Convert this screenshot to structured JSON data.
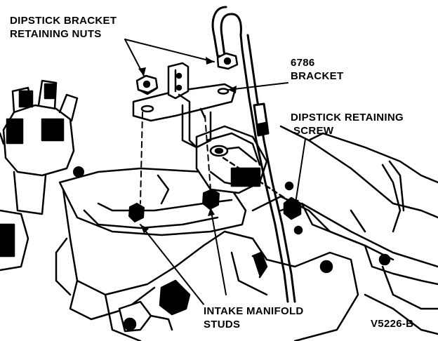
{
  "labels": {
    "dipstick_bracket_nuts": [
      "DIPSTICK BRACKET",
      "RETAINING NUTS"
    ],
    "bracket": [
      "6786",
      "BRACKET"
    ],
    "dipstick_screw": [
      "DIPSTICK RETAINING",
      "SCREW"
    ],
    "manifold_studs": [
      "INTAKE MANIFOLD",
      "STUDS"
    ],
    "figure_code": "V5226-B"
  },
  "colors": {
    "ink": "#000000",
    "paper": "#ffffff"
  }
}
